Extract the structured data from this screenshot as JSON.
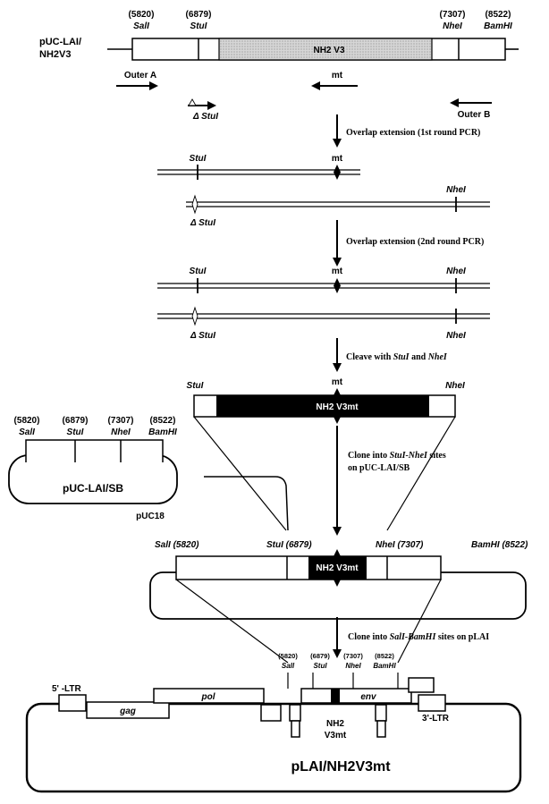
{
  "colors": {
    "line": "#000000",
    "insert_black": "#000000",
    "hatch": "#c8c8c8",
    "background": "#ffffff"
  },
  "top": {
    "construct_label_1": "pUC-LAI/",
    "construct_label_2": "NH2V3",
    "pos_sal": "(5820)",
    "site_sal": "SalI",
    "pos_stu": "(6879)",
    "site_stu": "StuI",
    "pos_nhe": "(7307)",
    "site_nhe": "NheI",
    "pos_bam": "(8522)",
    "site_bam": "BamHI",
    "insert_label": "NH2 V3",
    "primer_outer_a": "Outer A",
    "primer_mt": "mt",
    "primer_outer_b": "Outer B",
    "primer_delta_stu": "Δ StuI"
  },
  "steps": {
    "step1": "Overlap extension (1st round PCR)",
    "step2": "Overlap extension (2nd round PCR)",
    "step3_pre": "Cleave with ",
    "step3_stu": "StuI",
    "step3_and": " and ",
    "step3_nhe": "NheI",
    "step4_pre": "Clone into ",
    "step4_sites": "StuI-NheI",
    "step4_post": " sites",
    "step4_line2": "on pUC-LAI/SB",
    "step5_pre": "Clone into ",
    "step5_sites": "SalI-BamHI",
    "step5_post": " sites on pLAI"
  },
  "pcr1": {
    "stu": "StuI",
    "mt": "mt",
    "nhe": "NheI",
    "delta_stu": "Δ StuI"
  },
  "pcr2": {
    "stu": "StuI",
    "mt": "mt",
    "nhe_top": "NheI",
    "nhe_bottom": "NheI",
    "delta_stu": "Δ StuI"
  },
  "fragment": {
    "stu": "StuI",
    "mt": "mt",
    "nhe": "NheI",
    "label": "NH2 V3mt"
  },
  "vector_sb": {
    "pos_sal": "(5820)",
    "site_sal": "SalI",
    "pos_stu": "(6879)",
    "site_stu": "StuI",
    "pos_nhe": "(7307)",
    "site_nhe": "NheI",
    "pos_bam": "(8522)",
    "site_bam": "BamHI",
    "name": "pUC-LAI/SB",
    "backbone": "pUC18"
  },
  "recombinant": {
    "sal": "SalI (5820)",
    "stu": "StuI (6879)",
    "nhe": "NheI (7307)",
    "bam": "BamHI (8522)",
    "insert_label": "NH2 V3mt"
  },
  "final": {
    "ltr5": "5' -LTR",
    "gag": "gag",
    "pol": "pol",
    "env": "env",
    "ltr3": "3'-LTR",
    "pos_sal": "(5820)",
    "site_sal": "SalI",
    "pos_stu": "(6879)",
    "site_stu": "StuI",
    "pos_nhe": "(7307)",
    "site_nhe": "NheI",
    "pos_bam": "(8522)",
    "site_bam": "BamHI",
    "nh2": "NH2",
    "v3mt": "V3mt",
    "name": "pLAI/NH2V3mt"
  }
}
